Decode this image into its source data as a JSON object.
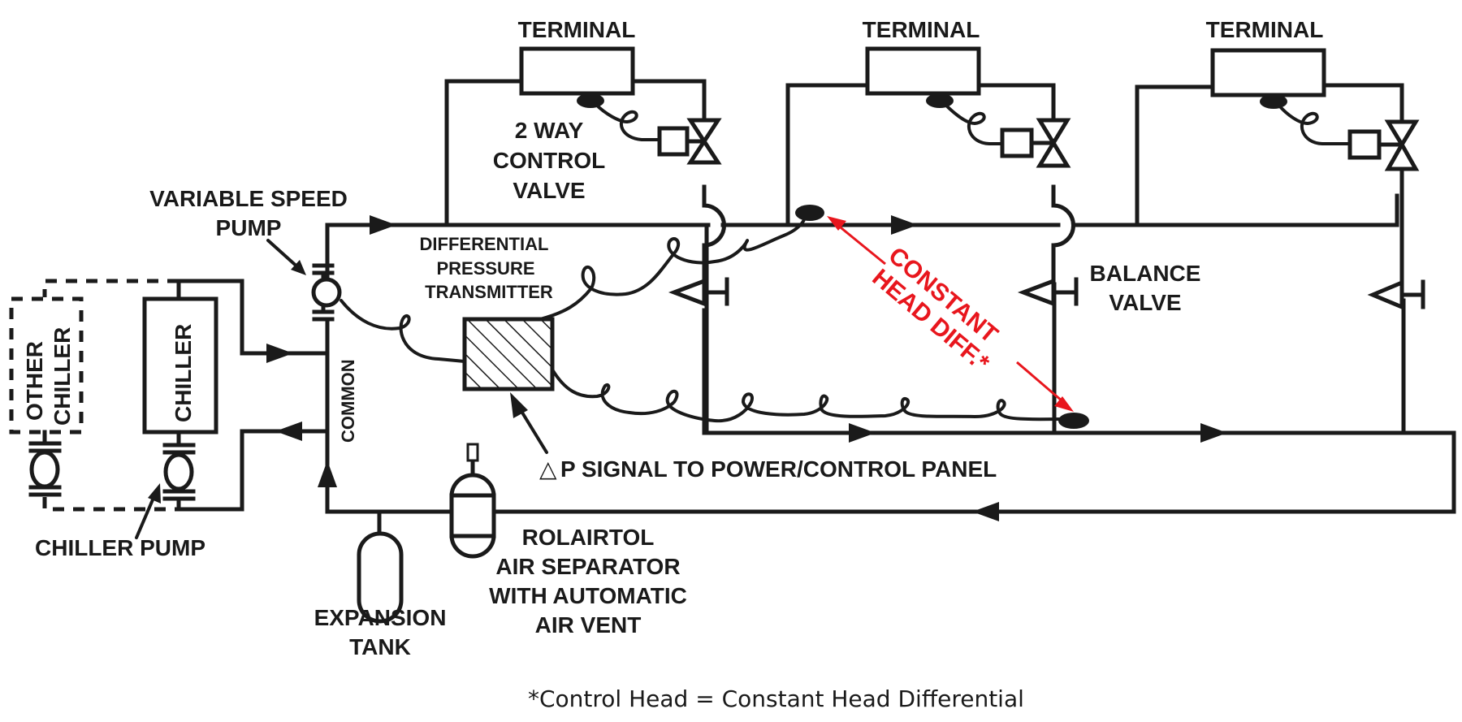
{
  "diagram": {
    "title": "Variable primary chilled water system with constant head differential control",
    "accent_color": "#e8161d",
    "line_color": "#1a1a1a",
    "terminals": [
      {
        "label": "TERMINAL"
      },
      {
        "label": "TERMINAL"
      },
      {
        "label": "TERMINAL"
      }
    ],
    "labels": {
      "two_way_valve": [
        "2 WAY",
        "CONTROL",
        "VALVE"
      ],
      "variable_speed_pump": [
        "VARIABLE SPEED",
        "PUMP"
      ],
      "dp_transmitter": [
        "DIFFERENTIAL",
        "PRESSURE",
        "TRANSMITTER"
      ],
      "balance_valve": [
        "BALANCE",
        "VALVE"
      ],
      "other_chiller": [
        "OTHER",
        "CHILLER"
      ],
      "chiller": "CHILLER",
      "common": "COMMON",
      "chiller_pump": "CHILLER PUMP",
      "dp_signal": "P SIGNAL TO POWER/CONTROL PANEL",
      "delta_symbol": "△",
      "expansion_tank": [
        "EXPANSION",
        "TANK"
      ],
      "air_separator": [
        "ROLAIRTOL",
        "AIR SEPARATOR",
        "WITH AUTOMATIC",
        "AIR VENT"
      ],
      "constant_head": [
        "CONSTANT",
        "HEAD DIFF.*"
      ]
    },
    "footnote": "*Control Head =  Constant Head Differential"
  }
}
